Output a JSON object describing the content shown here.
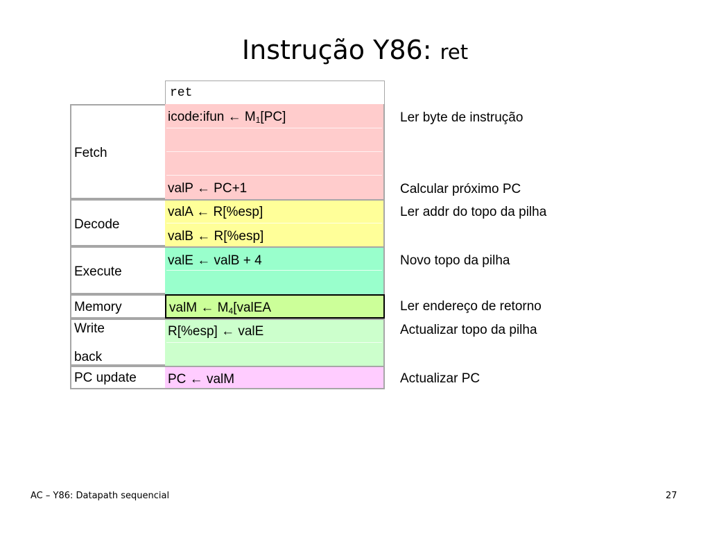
{
  "slide": {
    "title_text": "Instrução Y86: ",
    "title_code": "ret",
    "footer_left": "AC – Y86: Datapath sequencial",
    "page_number": "27"
  },
  "table": {
    "header": "ret",
    "stages": {
      "fetch": "Fetch",
      "decode": "Decode",
      "execute": "Execute",
      "memory": "Memory",
      "write_1": "Write",
      "write_2": "back",
      "pc_update": "PC update"
    },
    "ops": {
      "fetch_1_pre": "icode:ifun ← M",
      "fetch_1_sub": "1",
      "fetch_1_post": "[PC]",
      "fetch_2": "valP ← PC+1",
      "decode_1": "valA ← R[%esp]",
      "decode_2": "valB ← R[%esp]",
      "execute_1": "valE ← valB + 4",
      "memory_pre": "valM ← M",
      "memory_sub": "4",
      "memory_post": "[valEA",
      "write_1": "R[%esp] ← valE",
      "pc_update": "PC ← valM"
    },
    "descriptions": {
      "fetch_1": "Ler byte de instrução",
      "fetch_2": "Calcular próximo PC",
      "decode_1": "Ler addr do topo da pilha",
      "execute_1": "Novo topo da pilha",
      "memory": "Ler endereço de retorno",
      "write": "Actualizar topo da pilha",
      "pc_update": "Actualizar PC"
    },
    "colors": {
      "fetch": "#ffcccc",
      "decode": "#ffff99",
      "execute": "#99ffcc",
      "memory": "#ccff99",
      "write": "#ccffcc",
      "pc_update": "#ffccff",
      "border": "#a6a6a6"
    }
  }
}
